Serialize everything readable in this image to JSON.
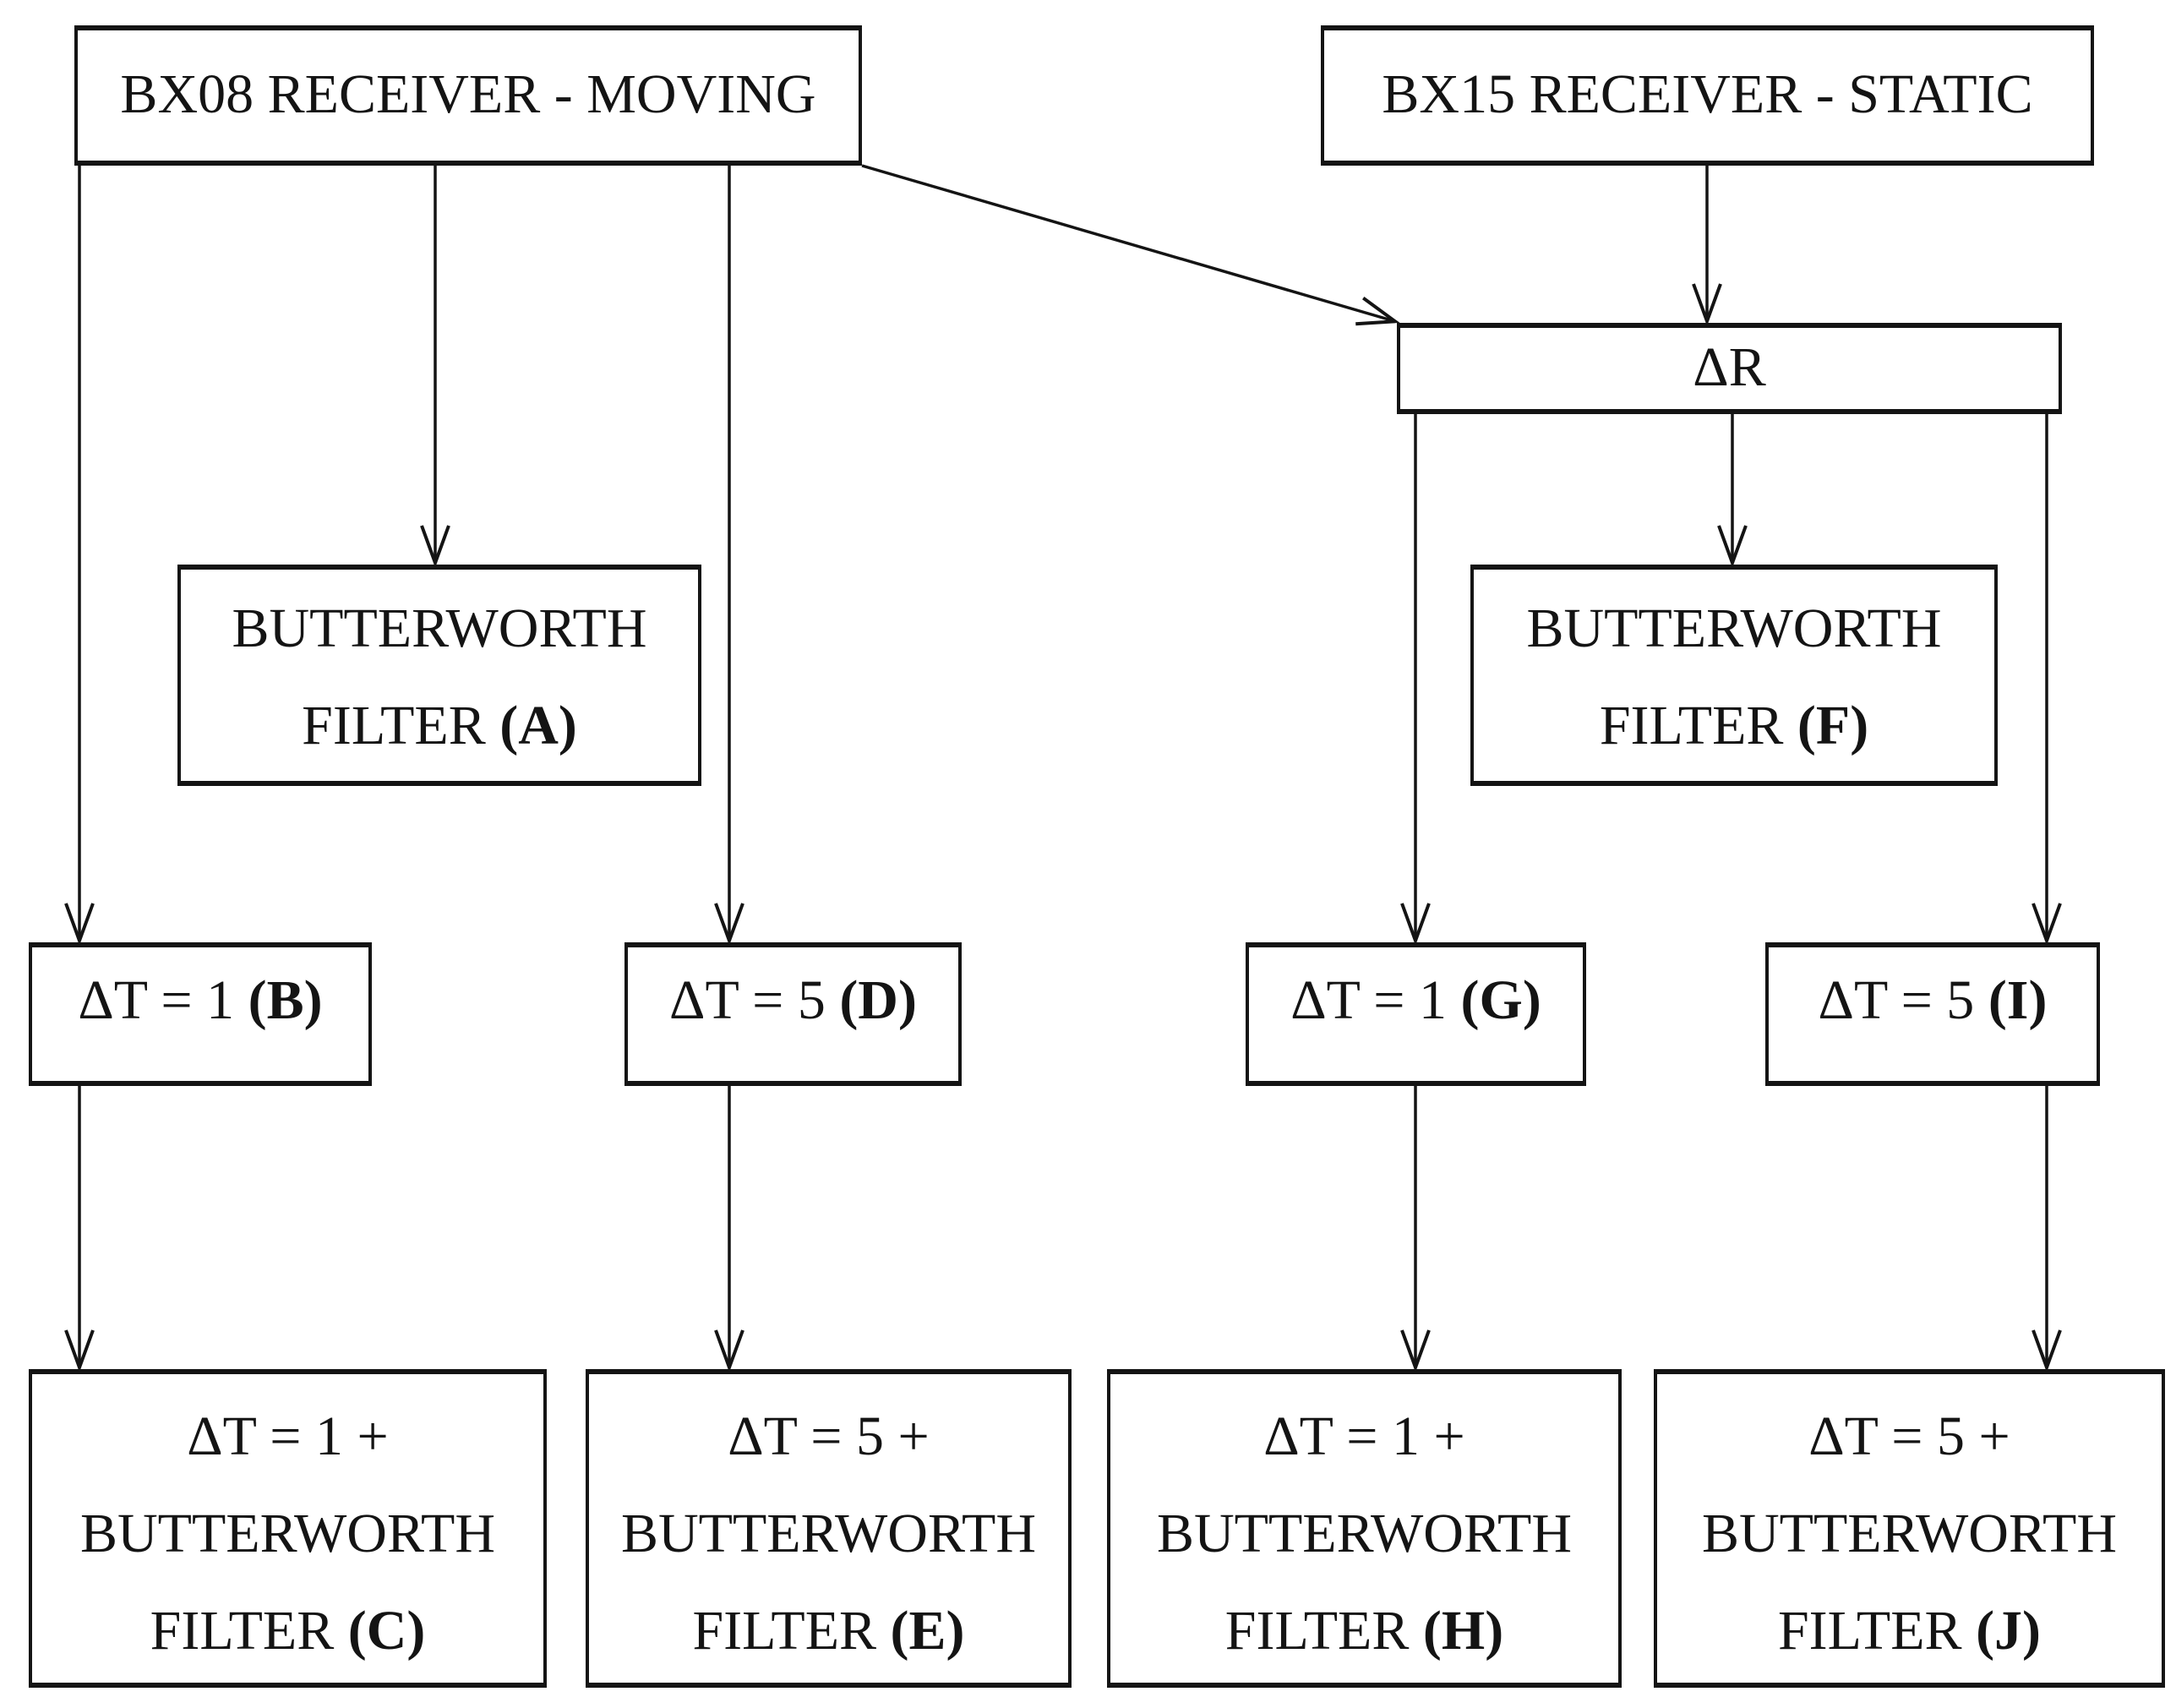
{
  "diagram": {
    "background_color": "#ffffff",
    "ink_color": "#141414",
    "nodes": {
      "bx08": {
        "label": "BX08 RECEIVER - MOVING"
      },
      "bx15": {
        "label": "BX15 RECEIVER - STATIC"
      },
      "delta_r": {
        "label": "ΔR"
      },
      "filter_a": {
        "line1": "BUTTERWORTH",
        "line2": "FILTER ",
        "tag": "(A)"
      },
      "filter_f": {
        "line1": "BUTTERWORTH",
        "line2": "FILTER ",
        "tag": "(F)"
      },
      "dt1_b": {
        "prefix": "ΔT = 1 ",
        "tag": "(B)"
      },
      "dt5_d": {
        "prefix": "ΔT = 5 ",
        "tag": "(D)"
      },
      "dt1_g": {
        "prefix": "ΔT = 1 ",
        "tag": "(G)"
      },
      "dt5_i": {
        "prefix": "ΔT = 5 ",
        "tag": "(I)"
      },
      "dt1_bw_c": {
        "line1": "ΔT = 1 +",
        "line2": "BUTTERWORTH",
        "line3": "FILTER ",
        "tag": "(C)"
      },
      "dt5_bw_e": {
        "line1": "ΔT = 5 +",
        "line2": "BUTTERWORTH",
        "line3": "FILTER ",
        "tag": "(E)"
      },
      "dt1_bw_h": {
        "line1": "ΔT = 1 +",
        "line2": "BUTTERWORTH",
        "line3": "FILTER ",
        "tag": "(H)"
      },
      "dt5_bw_j": {
        "line1": "ΔT = 5 +",
        "line2": "BUTTERWORTH",
        "line3": "FILTER ",
        "tag": "(J)"
      }
    }
  }
}
